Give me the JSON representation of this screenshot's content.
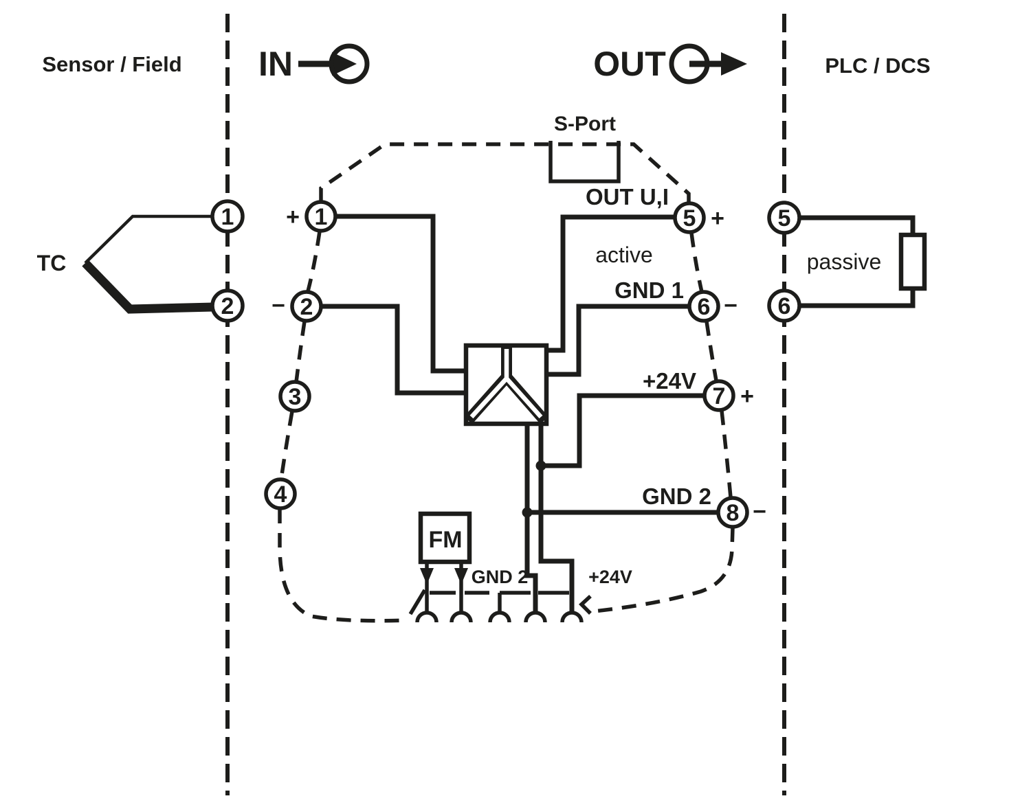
{
  "colors": {
    "ink": "#1d1d1b",
    "paper": "#ffffff"
  },
  "zones": {
    "field": "Sensor / Field",
    "plc": "PLC / DCS"
  },
  "ports": {
    "in": "IN",
    "out": "OUT"
  },
  "sport_label": "S-Port",
  "sensor_label": "TC",
  "fm_label": "FM",
  "output_labels": {
    "out_ui": "OUT U,I",
    "active": "active",
    "gnd1": "GND 1",
    "v24": "+24V",
    "gnd2": "GND 2"
  },
  "plc_labels": {
    "passive": "passive"
  },
  "bus_labels": {
    "gnd2": "GND 2",
    "v24": "+24V"
  },
  "field_terminals": [
    {
      "n": "1"
    },
    {
      "n": "2"
    }
  ],
  "in_terminals": [
    {
      "n": "1",
      "sign": "+"
    },
    {
      "n": "2",
      "sign": "−"
    },
    {
      "n": "3",
      "sign": ""
    },
    {
      "n": "4",
      "sign": ""
    }
  ],
  "out_terminals": [
    {
      "n": "5",
      "sign": "+"
    },
    {
      "n": "6",
      "sign": "−"
    },
    {
      "n": "7",
      "sign": "+"
    },
    {
      "n": "8",
      "sign": "−"
    }
  ],
  "plc_terminals": [
    {
      "n": "5"
    },
    {
      "n": "6"
    }
  ]
}
